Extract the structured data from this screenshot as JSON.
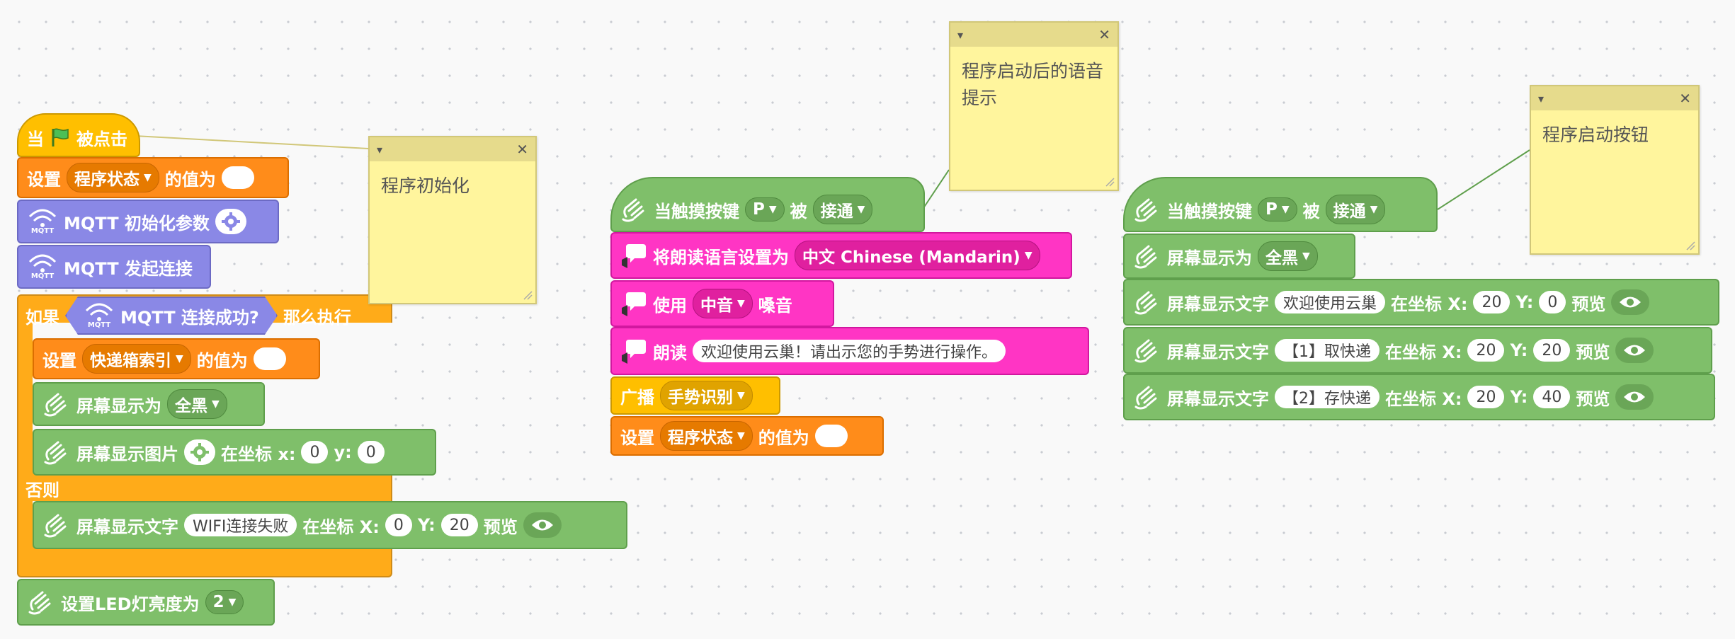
{
  "notes": [
    {
      "text": "程序初始化"
    },
    {
      "text": "程序启动后的语音提示"
    },
    {
      "text": "程序启动按钮"
    }
  ],
  "stack1": {
    "when_prefix": "当",
    "when_suffix": "被点击",
    "set1": {
      "label": "设置",
      "var": "程序状态",
      "mid": "的值为"
    },
    "mqtt_init": "MQTT 初始化参数",
    "mqtt_connect": "MQTT 发起连接",
    "if_label": "如果",
    "if_cond": "MQTT 连接成功?",
    "then_label": "那么执行",
    "set2": {
      "label": "设置",
      "var": "快递箱索引",
      "mid": "的值为"
    },
    "screen_show": "屏幕显示为",
    "screen_show_val": "全黑",
    "img": {
      "label": "屏幕显示图片",
      "mid": "在坐标 x:",
      "x": "0",
      "ylabel": "y:",
      "y": "0"
    },
    "else_label": "否则",
    "text": {
      "label": "屏幕显示文字",
      "value": "WIFI连接失败",
      "mid": "在坐标 X:",
      "x": "0",
      "ylabel": "Y:",
      "y": "20",
      "preview": "预览"
    },
    "led": {
      "label": "设置LED灯亮度为",
      "value": "2"
    },
    "mqtt_badge": "MQTT"
  },
  "stack2": {
    "hat": {
      "label": "当触摸按键",
      "key": "P",
      "mid": "被",
      "state": "接通"
    },
    "lang": {
      "label": "将朗读语言设置为",
      "value": "中文 Chinese (Mandarin)"
    },
    "voice": {
      "label": "使用",
      "value": "中音",
      "suffix": "嗓音"
    },
    "speak": {
      "label": "朗读",
      "value": "欢迎使用云巢！请出示您的手势进行操作。"
    },
    "broadcast": {
      "label": "广播",
      "value": "手势识别"
    },
    "set": {
      "label": "设置",
      "var": "程序状态",
      "mid": "的值为"
    }
  },
  "stack3": {
    "hat": {
      "label": "当触摸按键",
      "key": "P",
      "mid": "被",
      "state": "接通"
    },
    "screen_show": "屏幕显示为",
    "screen_show_val": "全黑",
    "texts": [
      {
        "label": "屏幕显示文字",
        "value": "欢迎使用云巢",
        "mid": "在坐标 X:",
        "x": "20",
        "ylabel": "Y:",
        "y": "0",
        "preview": "预览"
      },
      {
        "label": "屏幕显示文字",
        "value": "【1】取快递",
        "mid": "在坐标 X:",
        "x": "20",
        "ylabel": "Y:",
        "y": "20",
        "preview": "预览"
      },
      {
        "label": "屏幕显示文字",
        "value": "【2】存快递",
        "mid": "在坐标 X:",
        "x": "20",
        "ylabel": "Y:",
        "y": "40",
        "preview": "预览"
      }
    ]
  },
  "colors": {
    "events": "#ffbf00",
    "control": "#ffab19",
    "data": "#ff8c1a",
    "mqtt": "#8a88e6",
    "extension": "#7fbf6a",
    "speech": "#ff35c4",
    "note": "#fff59d"
  },
  "icons": [
    "flag-icon",
    "wifi-icon",
    "gear-icon",
    "eye-icon",
    "hand-icon",
    "speech-bubble-icon",
    "close-icon",
    "collapse-icon"
  ]
}
